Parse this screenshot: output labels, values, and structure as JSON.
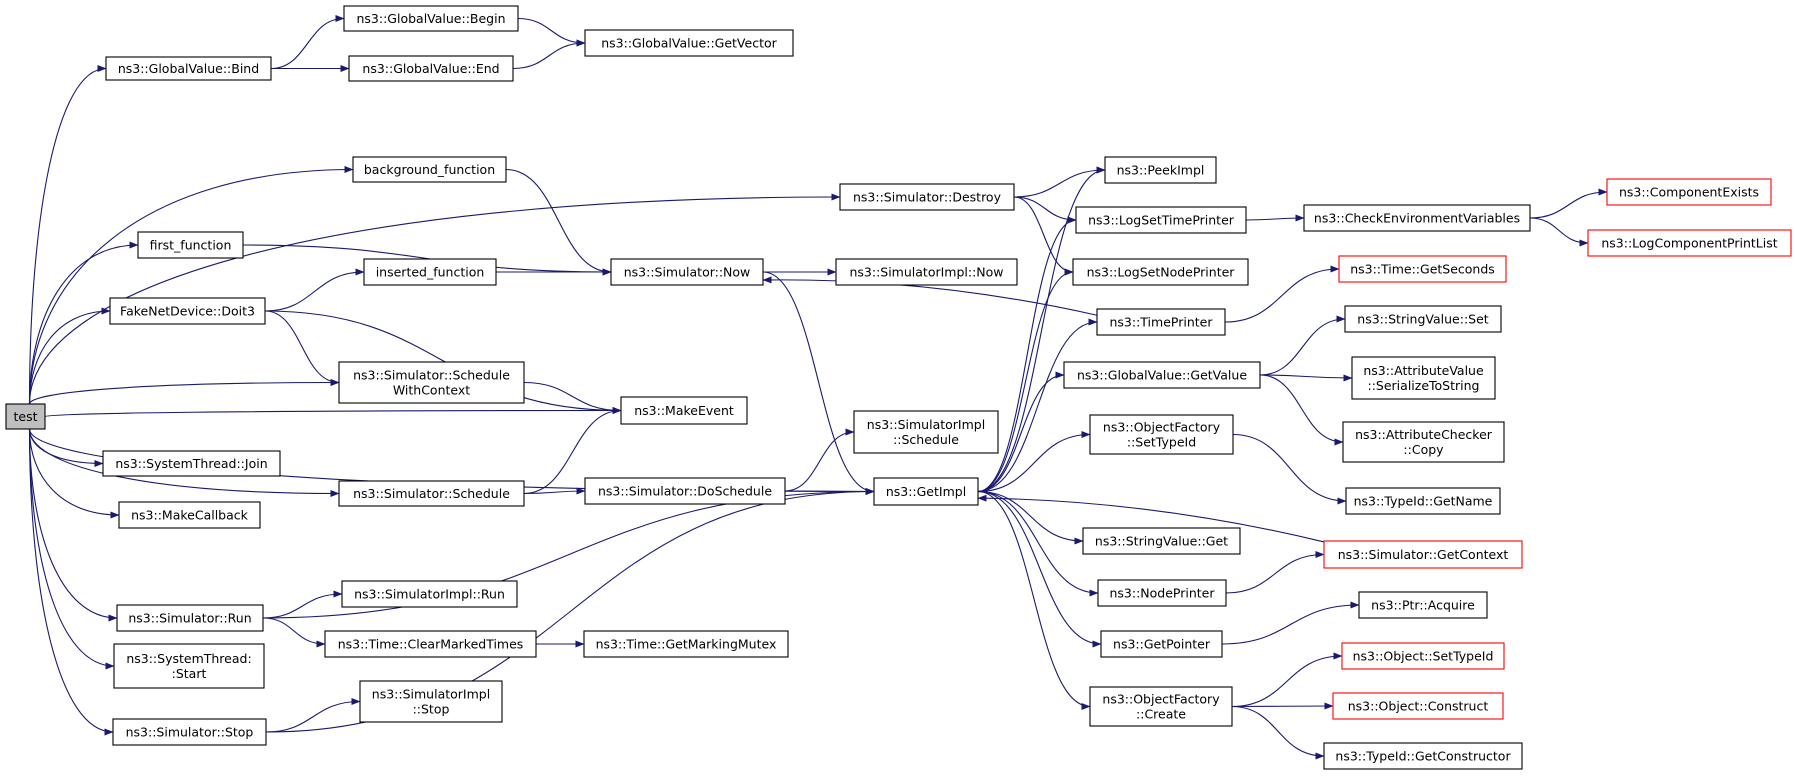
{
  "colors": {
    "edge": "#191970",
    "node_border": "#000000",
    "node_border_incomplete": "#ff0000",
    "root_fill": "#bfbfbf",
    "background": "#ffffff"
  },
  "nodes": {
    "test": {
      "lines": [
        "test"
      ]
    },
    "gv_bind": {
      "lines": [
        "ns3::GlobalValue::Bind"
      ]
    },
    "gv_begin": {
      "lines": [
        "ns3::GlobalValue::Begin"
      ]
    },
    "gv_end": {
      "lines": [
        "ns3::GlobalValue::End"
      ]
    },
    "gv_getvector": {
      "lines": [
        "ns3::GlobalValue::GetVector"
      ]
    },
    "background_function": {
      "lines": [
        "background_function"
      ]
    },
    "first_function": {
      "lines": [
        "first_function"
      ]
    },
    "inserted_function": {
      "lines": [
        "inserted_function"
      ]
    },
    "fake_doit3": {
      "lines": [
        "FakeNetDevice::Doit3"
      ]
    },
    "sim_schedule_wc": {
      "lines": [
        "ns3::Simulator::Schedule",
        "WithContext"
      ]
    },
    "systhread_join": {
      "lines": [
        "ns3::SystemThread::Join"
      ]
    },
    "make_callback": {
      "lines": [
        "ns3::MakeCallback"
      ]
    },
    "sim_schedule": {
      "lines": [
        "ns3::Simulator::Schedule"
      ]
    },
    "sim_run": {
      "lines": [
        "ns3::Simulator::Run"
      ]
    },
    "systhread_start": {
      "lines": [
        "ns3::SystemThread:",
        ":Start"
      ]
    },
    "sim_stop": {
      "lines": [
        "ns3::Simulator::Stop"
      ]
    },
    "sim_destroy": {
      "lines": [
        "ns3::Simulator::Destroy"
      ]
    },
    "sim_now": {
      "lines": [
        "ns3::Simulator::Now"
      ]
    },
    "make_event": {
      "lines": [
        "ns3::MakeEvent"
      ]
    },
    "sim_doschedule": {
      "lines": [
        "ns3::Simulator::DoSchedule"
      ]
    },
    "simimpl_run": {
      "lines": [
        "ns3::SimulatorImpl::Run"
      ]
    },
    "time_clearmarked": {
      "lines": [
        "ns3::Time::ClearMarkedTimes"
      ]
    },
    "simimpl_stop": {
      "lines": [
        "ns3::SimulatorImpl",
        "::Stop"
      ]
    },
    "simimpl_now": {
      "lines": [
        "ns3::SimulatorImpl::Now"
      ]
    },
    "simimpl_schedule": {
      "lines": [
        "ns3::SimulatorImpl",
        "::Schedule"
      ]
    },
    "get_impl": {
      "lines": [
        "ns3::GetImpl"
      ]
    },
    "time_getmarkingmutex": {
      "lines": [
        "ns3::Time::GetMarkingMutex"
      ]
    },
    "peek_impl": {
      "lines": [
        "ns3::PeekImpl"
      ]
    },
    "log_settimeprinter": {
      "lines": [
        "ns3::LogSetTimePrinter"
      ]
    },
    "log_setnodeprinter": {
      "lines": [
        "ns3::LogSetNodePrinter"
      ]
    },
    "time_printer": {
      "lines": [
        "ns3::TimePrinter"
      ]
    },
    "gv_getvalue": {
      "lines": [
        "ns3::GlobalValue::GetValue"
      ]
    },
    "objfactory_settypeid": {
      "lines": [
        "ns3::ObjectFactory",
        "::SetTypeId"
      ]
    },
    "stringvalue_get": {
      "lines": [
        "ns3::StringValue::Get"
      ]
    },
    "node_printer": {
      "lines": [
        "ns3::NodePrinter"
      ]
    },
    "get_pointer": {
      "lines": [
        "ns3::GetPointer"
      ]
    },
    "objfactory_create": {
      "lines": [
        "ns3::ObjectFactory",
        "::Create"
      ]
    },
    "check_env": {
      "lines": [
        "ns3::CheckEnvironmentVariables"
      ]
    },
    "time_getseconds": {
      "lines": [
        "ns3::Time::GetSeconds"
      ]
    },
    "stringvalue_set": {
      "lines": [
        "ns3::StringValue::Set"
      ]
    },
    "attrvalue_serialize": {
      "lines": [
        "ns3::AttributeValue",
        "::SerializeToString"
      ]
    },
    "attrchecker_copy": {
      "lines": [
        "ns3::AttributeChecker",
        "::Copy"
      ]
    },
    "typeid_getname": {
      "lines": [
        "ns3::TypeId::GetName"
      ]
    },
    "sim_getcontext": {
      "lines": [
        "ns3::Simulator::GetContext"
      ]
    },
    "ptr_acquire": {
      "lines": [
        "ns3::Ptr::Acquire"
      ]
    },
    "object_settypeid": {
      "lines": [
        "ns3::Object::SetTypeId"
      ]
    },
    "object_construct": {
      "lines": [
        "ns3::Object::Construct"
      ]
    },
    "typeid_getconstructor": {
      "lines": [
        "ns3::TypeId::GetConstructor"
      ]
    },
    "component_exists": {
      "lines": [
        "ns3::ComponentExists"
      ]
    },
    "log_componentprintlist": {
      "lines": [
        "ns3::LogComponentPrintList"
      ]
    }
  },
  "edges": [
    [
      "test",
      "gv_bind"
    ],
    [
      "test",
      "sim_destroy"
    ],
    [
      "test",
      "background_function"
    ],
    [
      "test",
      "first_function"
    ],
    [
      "test",
      "fake_doit3"
    ],
    [
      "test",
      "sim_schedule_wc"
    ],
    [
      "test",
      "make_event"
    ],
    [
      "test",
      "systhread_join"
    ],
    [
      "test",
      "make_callback"
    ],
    [
      "test",
      "sim_schedule"
    ],
    [
      "test",
      "get_impl"
    ],
    [
      "test",
      "sim_run"
    ],
    [
      "test",
      "systhread_start"
    ],
    [
      "test",
      "sim_stop"
    ],
    [
      "gv_bind",
      "gv_begin"
    ],
    [
      "gv_bind",
      "gv_end"
    ],
    [
      "gv_begin",
      "gv_getvector"
    ],
    [
      "gv_end",
      "gv_getvector"
    ],
    [
      "background_function",
      "sim_now"
    ],
    [
      "first_function",
      "sim_now"
    ],
    [
      "fake_doit3",
      "inserted_function"
    ],
    [
      "fake_doit3",
      "sim_schedule_wc"
    ],
    [
      "fake_doit3",
      "make_event"
    ],
    [
      "inserted_function",
      "sim_now"
    ],
    [
      "sim_schedule_wc",
      "make_event"
    ],
    [
      "sim_schedule",
      "make_event"
    ],
    [
      "sim_schedule",
      "sim_doschedule"
    ],
    [
      "sim_doschedule",
      "simimpl_schedule"
    ],
    [
      "sim_doschedule",
      "get_impl"
    ],
    [
      "sim_now",
      "simimpl_now"
    ],
    [
      "sim_now",
      "get_impl"
    ],
    [
      "sim_run",
      "get_impl"
    ],
    [
      "sim_run",
      "simimpl_run"
    ],
    [
      "sim_run",
      "time_clearmarked"
    ],
    [
      "time_clearmarked",
      "time_getmarkingmutex"
    ],
    [
      "sim_stop",
      "simimpl_stop"
    ],
    [
      "sim_stop",
      "get_impl"
    ],
    [
      "sim_destroy",
      "peek_impl"
    ],
    [
      "sim_destroy",
      "log_settimeprinter"
    ],
    [
      "sim_destroy",
      "log_setnodeprinter"
    ],
    [
      "log_settimeprinter",
      "check_env"
    ],
    [
      "check_env",
      "component_exists"
    ],
    [
      "check_env",
      "log_componentprintlist"
    ],
    [
      "time_printer",
      "sim_now"
    ],
    [
      "time_printer",
      "time_getseconds"
    ],
    [
      "get_impl",
      "peek_impl"
    ],
    [
      "get_impl",
      "log_settimeprinter"
    ],
    [
      "get_impl",
      "log_setnodeprinter"
    ],
    [
      "get_impl",
      "time_printer"
    ],
    [
      "get_impl",
      "gv_getvalue"
    ],
    [
      "get_impl",
      "objfactory_settypeid"
    ],
    [
      "get_impl",
      "stringvalue_get"
    ],
    [
      "get_impl",
      "node_printer"
    ],
    [
      "get_impl",
      "get_pointer"
    ],
    [
      "get_impl",
      "objfactory_create"
    ],
    [
      "gv_getvalue",
      "stringvalue_set"
    ],
    [
      "gv_getvalue",
      "attrvalue_serialize"
    ],
    [
      "gv_getvalue",
      "attrchecker_copy"
    ],
    [
      "objfactory_settypeid",
      "typeid_getname"
    ],
    [
      "node_printer",
      "sim_getcontext"
    ],
    [
      "sim_getcontext",
      "get_impl"
    ],
    [
      "get_pointer",
      "ptr_acquire"
    ],
    [
      "objfactory_create",
      "object_settypeid"
    ],
    [
      "objfactory_create",
      "object_construct"
    ],
    [
      "objfactory_create",
      "typeid_getconstructor"
    ]
  ]
}
